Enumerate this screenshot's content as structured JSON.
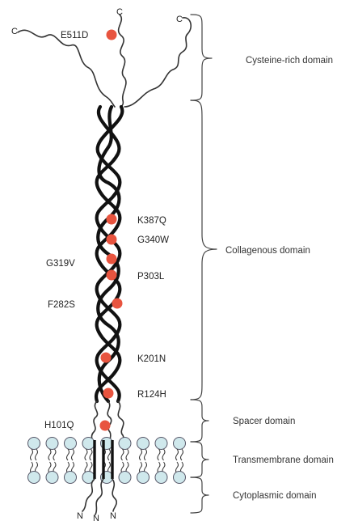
{
  "terminals": {
    "c": "C",
    "n": "N"
  },
  "domains": [
    {
      "id": "cysteine",
      "label": "Cysteine-rich domain"
    },
    {
      "id": "collagenous",
      "label": "Collagenous domain"
    },
    {
      "id": "spacer",
      "label": "Spacer domain"
    },
    {
      "id": "transmembrane",
      "label": "Transmembrane domain"
    },
    {
      "id": "cytoplasmic",
      "label": "Cytoplasmic domain"
    }
  ],
  "mutations": [
    {
      "id": "e511d",
      "label": "E511D"
    },
    {
      "id": "k387q",
      "label": "K387Q"
    },
    {
      "id": "g340w",
      "label": "G340W"
    },
    {
      "id": "g319v",
      "label": "G319V"
    },
    {
      "id": "p303l",
      "label": "P303L"
    },
    {
      "id": "f282s",
      "label": "F282S"
    },
    {
      "id": "k201n",
      "label": "K201N"
    },
    {
      "id": "r124h",
      "label": "R124H"
    },
    {
      "id": "h101q",
      "label": "H101Q"
    }
  ],
  "colors": {
    "mutation": "#e8543f",
    "lipid_head": "#cfe8ec",
    "chain": "#111111"
  }
}
